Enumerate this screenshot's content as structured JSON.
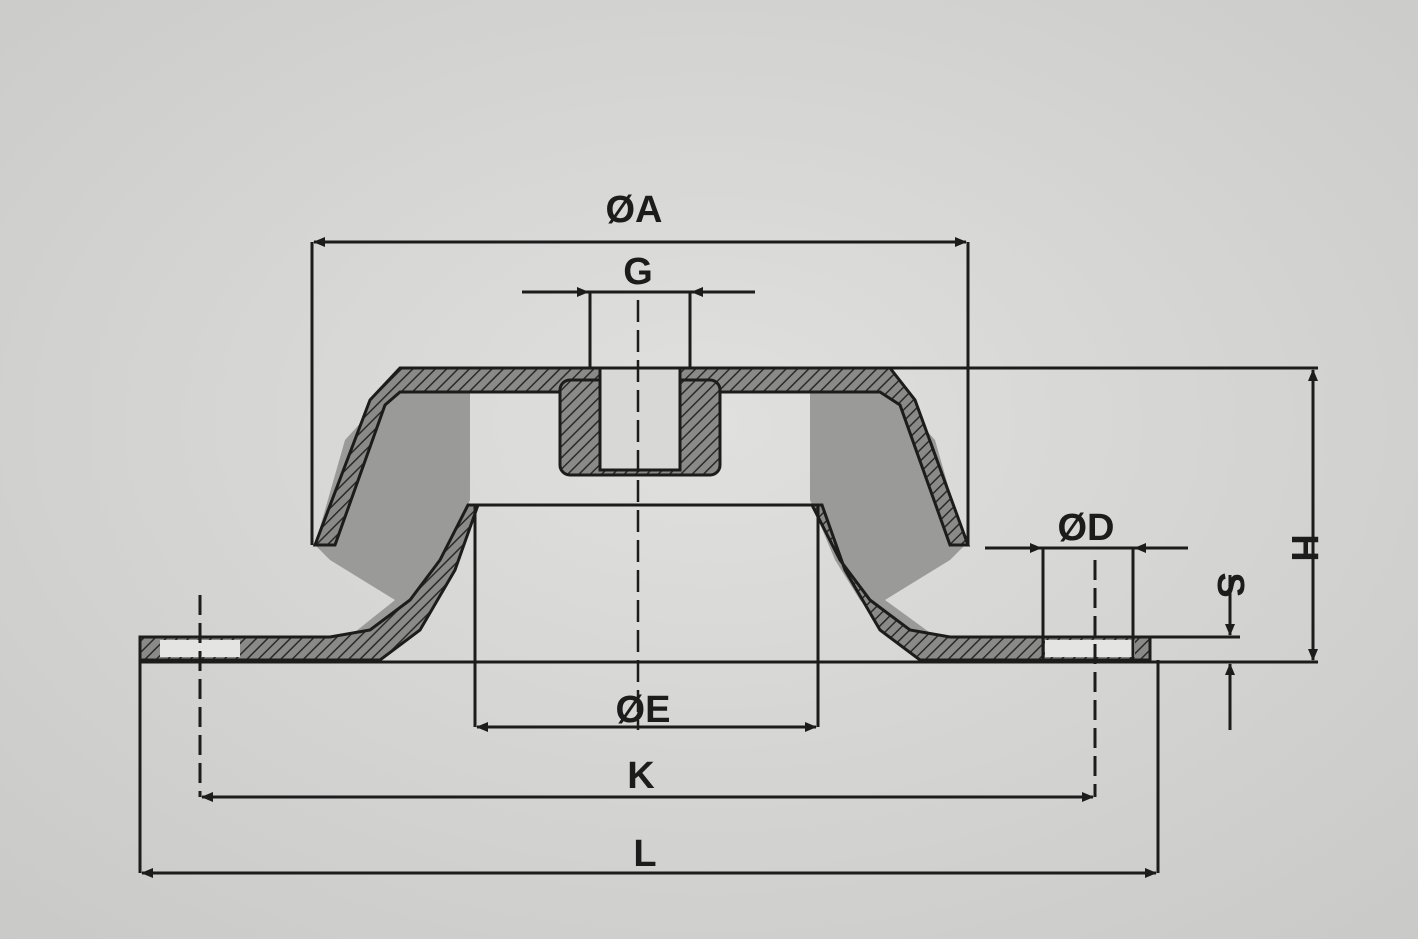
{
  "diagram": {
    "labels": {
      "diameter_a": "ØA",
      "thread_g": "G",
      "diameter_d": "ØD",
      "height_h": "H",
      "thickness_s": "S",
      "diameter_e": "ØE",
      "hole_spacing_k": "K",
      "length_l": "L"
    },
    "colors": {
      "background": "#d8d8d6",
      "ink": "#1c1c1c",
      "rubber": "#9a9a98",
      "metal": "#6e6e6c"
    }
  }
}
